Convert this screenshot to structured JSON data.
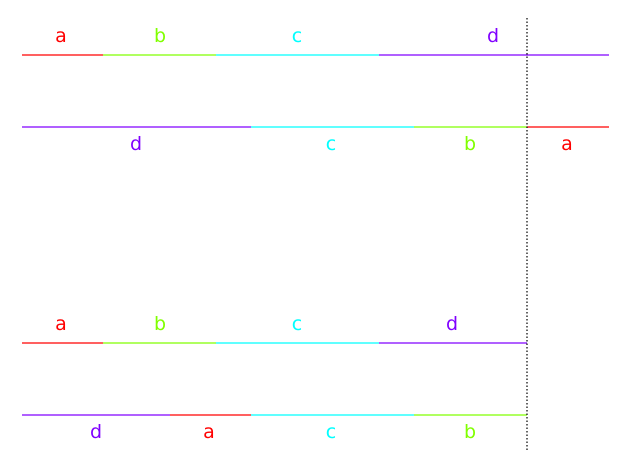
{
  "colors": {
    "a": "#ff0000",
    "b": "#80ff00",
    "c": "#00ffff",
    "d": "#8000ff",
    "divider": "#000000"
  },
  "rows": [
    {
      "labels_position": "above",
      "segments": [
        {
          "label": "a",
          "color_key": "a"
        },
        {
          "label": "b",
          "color_key": "b"
        },
        {
          "label": "c",
          "color_key": "c"
        },
        {
          "label": "d",
          "color_key": "d"
        }
      ]
    },
    {
      "labels_position": "below",
      "segments": [
        {
          "label": "d",
          "color_key": "d"
        },
        {
          "label": "c",
          "color_key": "c"
        },
        {
          "label": "b",
          "color_key": "b"
        },
        {
          "label": "a",
          "color_key": "a"
        }
      ]
    },
    {
      "labels_position": "above",
      "segments": [
        {
          "label": "a",
          "color_key": "a"
        },
        {
          "label": "b",
          "color_key": "b"
        },
        {
          "label": "c",
          "color_key": "c"
        },
        {
          "label": "d",
          "color_key": "d"
        }
      ]
    },
    {
      "labels_position": "below",
      "segments": [
        {
          "label": "d",
          "color_key": "d"
        },
        {
          "label": "a",
          "color_key": "a"
        },
        {
          "label": "c",
          "color_key": "c"
        },
        {
          "label": "b",
          "color_key": "b"
        }
      ]
    }
  ]
}
